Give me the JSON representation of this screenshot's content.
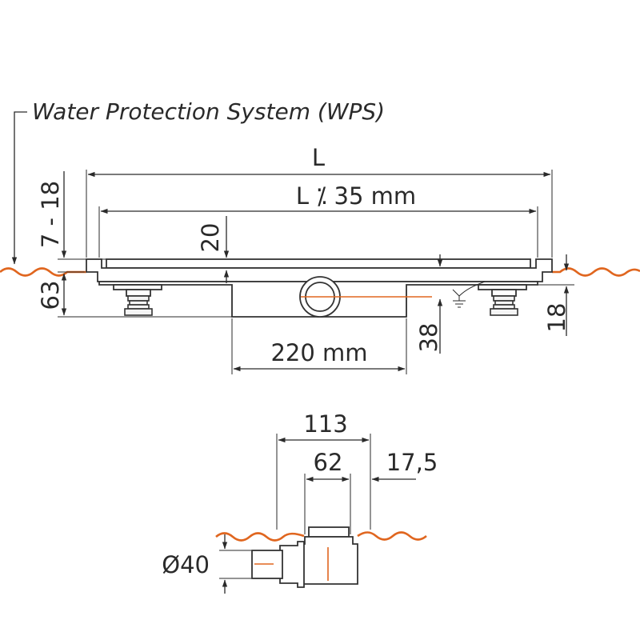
{
  "diagram": {
    "title": "Water Protection System (WPS)",
    "top_view": {
      "length_label": "L",
      "inner_length_label": "L ⁒ 35 mm",
      "left_height_label": "7 - 18",
      "body_height_label": "63",
      "rim_label": "20",
      "channel_width_label": "220 mm",
      "outlet_depth_label": "38",
      "right_height_label": "18"
    },
    "side_view": {
      "overall_width_label": "113",
      "inner_width_label": "62",
      "offset_label": "17,5",
      "pipe_diameter_label": "Ø40"
    },
    "colors": {
      "floor_line": "#e0661f",
      "line": "#2a2a2a"
    }
  }
}
